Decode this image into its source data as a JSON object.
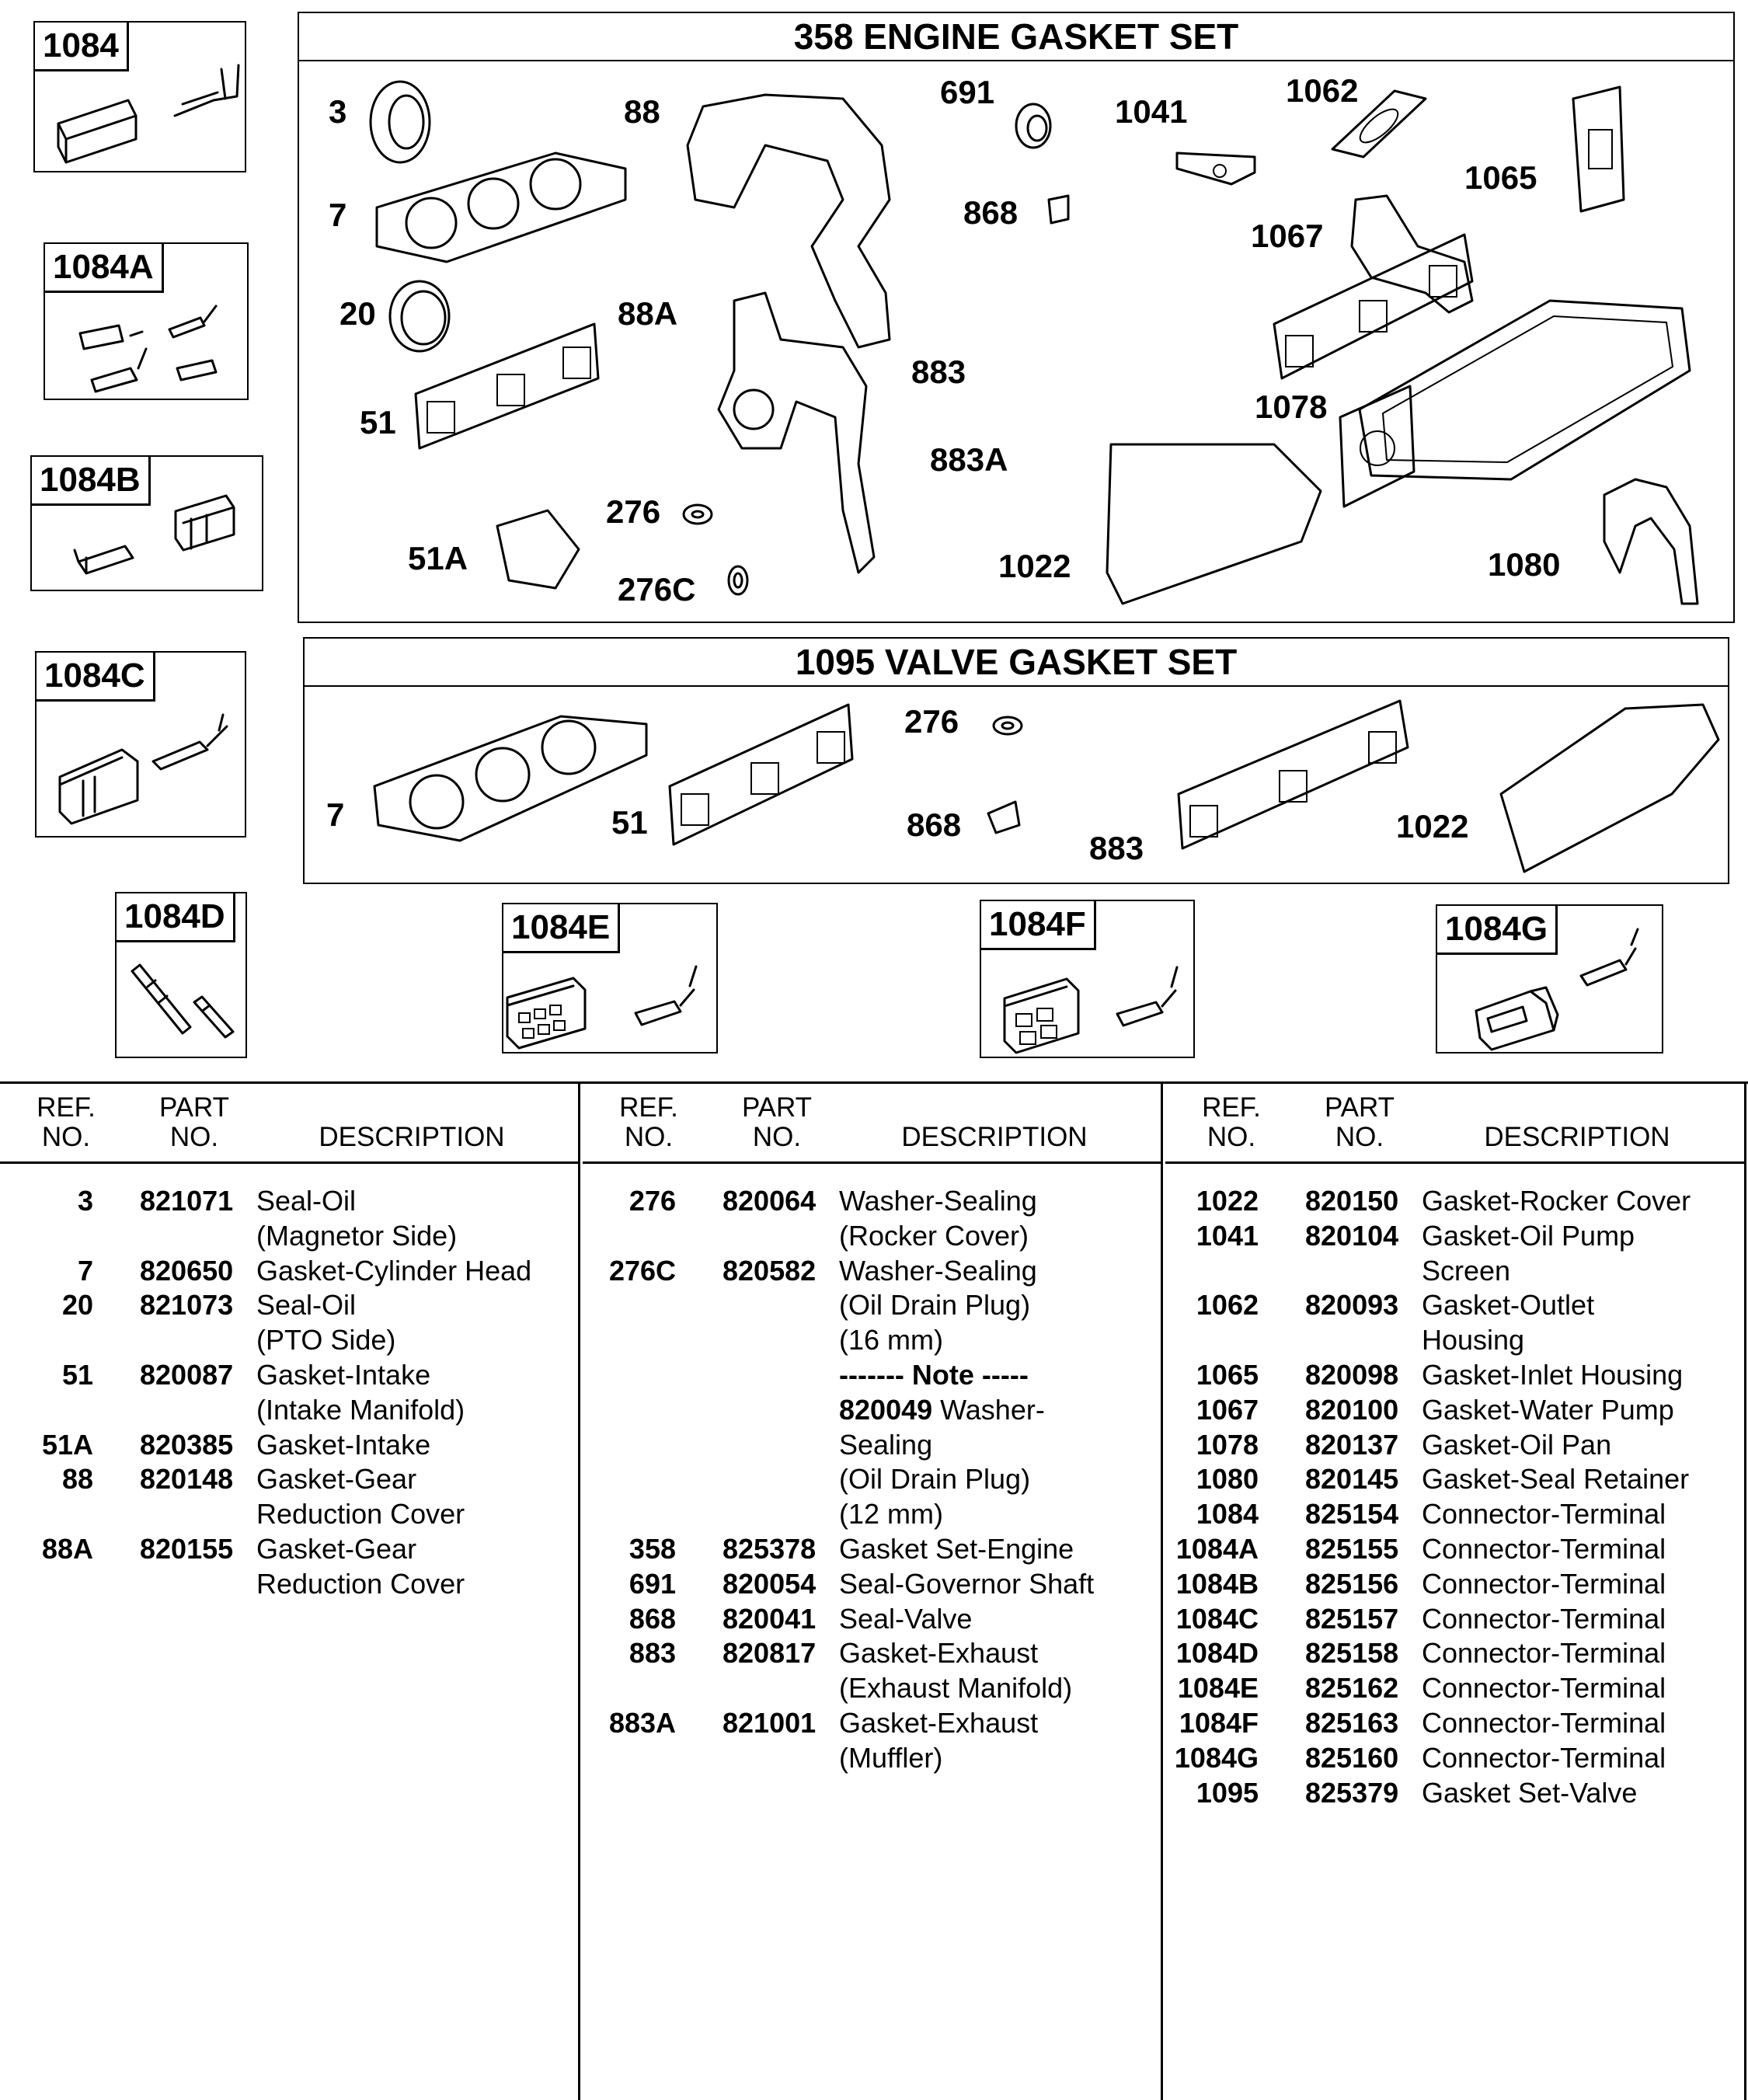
{
  "connectors": [
    {
      "id": "c1084",
      "label": "1084"
    },
    {
      "id": "c1084a",
      "label": "1084A"
    },
    {
      "id": "c1084b",
      "label": "1084B"
    },
    {
      "id": "c1084c",
      "label": "1084C"
    },
    {
      "id": "c1084d",
      "label": "1084D"
    },
    {
      "id": "c1084e",
      "label": "1084E"
    },
    {
      "id": "c1084f",
      "label": "1084F"
    },
    {
      "id": "c1084g",
      "label": "1084G"
    }
  ],
  "engine_set": {
    "title": "358 ENGINE GASKET SET",
    "callouts": [
      "3",
      "88",
      "691",
      "1041",
      "1062",
      "1065",
      "7",
      "868",
      "1067",
      "20",
      "88A",
      "883",
      "51",
      "1078",
      "883A",
      "276",
      "51A",
      "276C",
      "1022",
      "1080"
    ]
  },
  "valve_set": {
    "title": "1095 VALVE GASKET SET",
    "callouts": [
      "276",
      "7",
      "51",
      "868",
      "883",
      "1022"
    ]
  },
  "table": {
    "headers": {
      "ref_top": "REF.",
      "ref_bottom": "NO.",
      "part_top": "PART",
      "part_bottom": "NO.",
      "description": "DESCRIPTION"
    },
    "columns": [
      [
        {
          "ref": "3",
          "part": "821071",
          "desc": "Seal-Oil"
        },
        {
          "ref": "",
          "part": "",
          "desc": "(Magnetor Side)"
        },
        {
          "ref": "7",
          "part": "820650",
          "desc": "Gasket-Cylinder Head"
        },
        {
          "ref": "20",
          "part": "821073",
          "desc": "Seal-Oil"
        },
        {
          "ref": "",
          "part": "",
          "desc": "(PTO Side)"
        },
        {
          "ref": "51",
          "part": "820087",
          "desc": "Gasket-Intake"
        },
        {
          "ref": "",
          "part": "",
          "desc": "(Intake Manifold)"
        },
        {
          "ref": "51A",
          "part": "820385",
          "desc": "Gasket-Intake"
        },
        {
          "ref": "88",
          "part": "820148",
          "desc": "Gasket-Gear"
        },
        {
          "ref": "",
          "part": "",
          "desc": "Reduction Cover"
        },
        {
          "ref": "88A",
          "part": "820155",
          "desc": "Gasket-Gear"
        },
        {
          "ref": "",
          "part": "",
          "desc": "Reduction Cover"
        }
      ],
      [
        {
          "ref": "276",
          "part": "820064",
          "desc": "Washer-Sealing"
        },
        {
          "ref": "",
          "part": "",
          "desc": "(Rocker Cover)"
        },
        {
          "ref": "276C",
          "part": "820582",
          "desc": "Washer-Sealing"
        },
        {
          "ref": "",
          "part": "",
          "desc": "(Oil Drain Plug)"
        },
        {
          "ref": "",
          "part": "",
          "desc": "(16 mm)"
        },
        {
          "ref": "",
          "part": "",
          "desc": "------- Note -----",
          "bold": true
        },
        {
          "ref": "",
          "part": "",
          "desc": "820049 Washer-",
          "bold_prefix": true
        },
        {
          "ref": "",
          "part": "",
          "desc": "Sealing"
        },
        {
          "ref": "",
          "part": "",
          "desc": "(Oil Drain Plug)"
        },
        {
          "ref": "",
          "part": "",
          "desc": "(12 mm)"
        },
        {
          "ref": "358",
          "part": "825378",
          "desc": "Gasket Set-Engine"
        },
        {
          "ref": "691",
          "part": "820054",
          "desc": "Seal-Governor Shaft"
        },
        {
          "ref": "868",
          "part": "820041",
          "desc": "Seal-Valve"
        },
        {
          "ref": "883",
          "part": "820817",
          "desc": "Gasket-Exhaust"
        },
        {
          "ref": "",
          "part": "",
          "desc": "(Exhaust Manifold)"
        },
        {
          "ref": "883A",
          "part": "821001",
          "desc": "Gasket-Exhaust"
        },
        {
          "ref": "",
          "part": "",
          "desc": "(Muffler)"
        }
      ],
      [
        {
          "ref": "1022",
          "part": "820150",
          "desc": "Gasket-Rocker Cover"
        },
        {
          "ref": "1041",
          "part": "820104",
          "desc": "Gasket-Oil Pump"
        },
        {
          "ref": "",
          "part": "",
          "desc": "Screen"
        },
        {
          "ref": "1062",
          "part": "820093",
          "desc": "Gasket-Outlet"
        },
        {
          "ref": "",
          "part": "",
          "desc": "Housing"
        },
        {
          "ref": "1065",
          "part": "820098",
          "desc": "Gasket-Inlet Housing"
        },
        {
          "ref": "1067",
          "part": "820100",
          "desc": "Gasket-Water Pump"
        },
        {
          "ref": "1078",
          "part": "820137",
          "desc": "Gasket-Oil Pan"
        },
        {
          "ref": "1080",
          "part": "820145",
          "desc": "Gasket-Seal Retainer"
        },
        {
          "ref": "1084",
          "part": "825154",
          "desc": "Connector-Terminal"
        },
        {
          "ref": "1084A",
          "part": "825155",
          "desc": "Connector-Terminal"
        },
        {
          "ref": "1084B",
          "part": "825156",
          "desc": "Connector-Terminal"
        },
        {
          "ref": "1084C",
          "part": "825157",
          "desc": "Connector-Terminal"
        },
        {
          "ref": "1084D",
          "part": "825158",
          "desc": "Connector-Terminal"
        },
        {
          "ref": "1084E",
          "part": "825162",
          "desc": "Connector-Terminal"
        },
        {
          "ref": "1084F",
          "part": "825163",
          "desc": "Connector-Terminal"
        },
        {
          "ref": "1084G",
          "part": "825160",
          "desc": "Connector-Terminal"
        },
        {
          "ref": "1095",
          "part": "825379",
          "desc": "Gasket Set-Valve"
        }
      ]
    ]
  }
}
